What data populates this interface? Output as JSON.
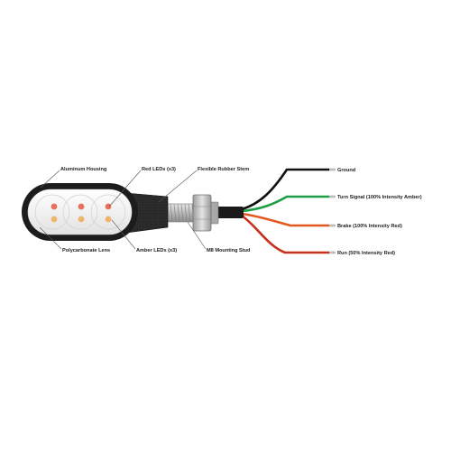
{
  "labels": {
    "aluminum_housing": "Aluminum Housing",
    "red_leds": "Red LEDs (x3)",
    "flexible_stem": "Flexible Rubber Stem",
    "polycarbonate_lens": "Polycarbonate Lens",
    "amber_leds": "Amber LEDs (x3)",
    "mounting_stud": "M8 Mounting Stud"
  },
  "wires": [
    {
      "label": "Ground",
      "color": "#111111"
    },
    {
      "label": "Turn Signal (100% Intensity Amber)",
      "color": "#1e9e45"
    },
    {
      "label": "Brake (100% Intensity Red)",
      "color": "#e2581f"
    },
    {
      "label": "Run (50% Intensity Red)",
      "color": "#c8301e"
    }
  ],
  "colors": {
    "housing": "#1c1c1c",
    "lens": "#f1f1f1",
    "stem": "#2a2a2a",
    "stud": "#b5b5b5",
    "red_led": "#e8705a",
    "amber_led": "#f0b56c",
    "tip": "#bdbdbd",
    "leader": "#555555"
  },
  "icons": {
    "light": "led-marker-light-icon",
    "stud_nut": "hex-nut-icon"
  }
}
